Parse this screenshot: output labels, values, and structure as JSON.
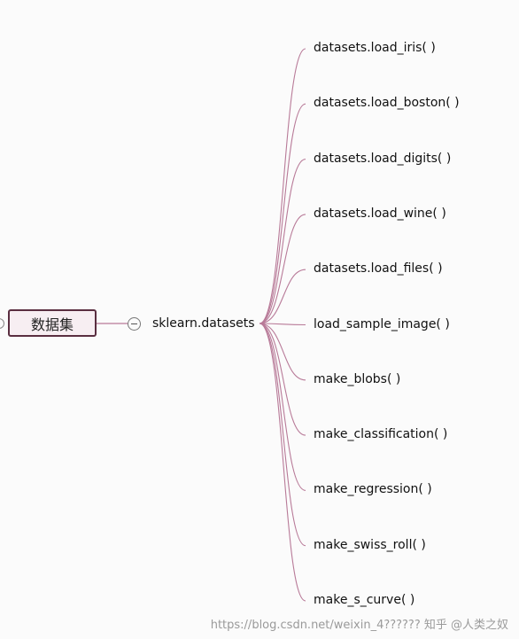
{
  "mindmap": {
    "root": "数据集",
    "branch": "sklearn.datasets",
    "leaves": [
      "datasets.load_iris( )",
      "datasets.load_boston( )",
      "datasets.load_digits( )",
      "datasets.load_wine( )",
      "datasets.load_files( )",
      "load_sample_image( )",
      "make_blobs( )",
      "make_classification( )",
      "make_regression( )",
      "make_swiss_roll( )",
      "make_s_curve( )"
    ]
  },
  "colors": {
    "connector": "#b87a98",
    "root_border": "#5a2e40",
    "root_fill": "#f7eef2"
  },
  "watermark": "https://blog.csdn.net/weixin_4?????? 知乎 @人类之奴"
}
